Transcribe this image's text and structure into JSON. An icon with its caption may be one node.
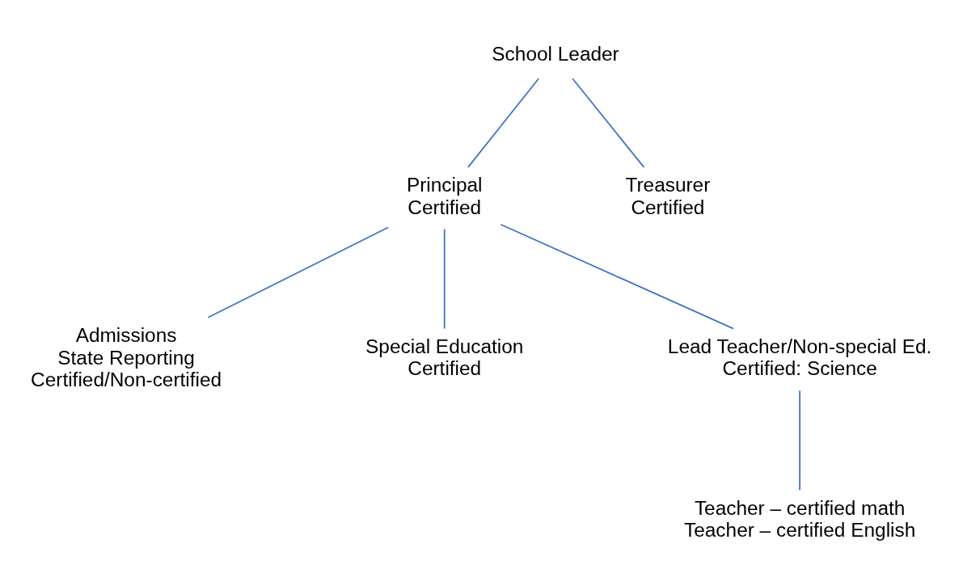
{
  "diagram": {
    "nodes": [
      {
        "text": [
          "School Leader"
        ]
      },
      {
        "text": [
          "Principal",
          "Certified"
        ]
      },
      {
        "text": [
          "Treasurer",
          "Certified"
        ]
      },
      {
        "text": [
          "Admissions",
          "State Reporting",
          "Certified/Non-certified"
        ]
      },
      {
        "text": [
          "Special Education",
          "Certified"
        ]
      },
      {
        "text": [
          "Lead Teacher/Non-special Ed.",
          "Certified: Science"
        ]
      },
      {
        "text": [
          "Teacher – certified math",
          "Teacher – certified English"
        ]
      }
    ],
    "edges": [
      {
        "from": 0,
        "to": 1,
        "arrow": "none"
      },
      {
        "from": 0,
        "to": 2,
        "arrow": "none"
      },
      {
        "from": 1,
        "to": 3,
        "arrow": "none"
      },
      {
        "from": 1,
        "to": 4,
        "arrow": "none"
      },
      {
        "from": 1,
        "to": 5,
        "arrow": "none"
      },
      {
        "from": 5,
        "to": 6,
        "arrow": "none"
      }
    ]
  }
}
